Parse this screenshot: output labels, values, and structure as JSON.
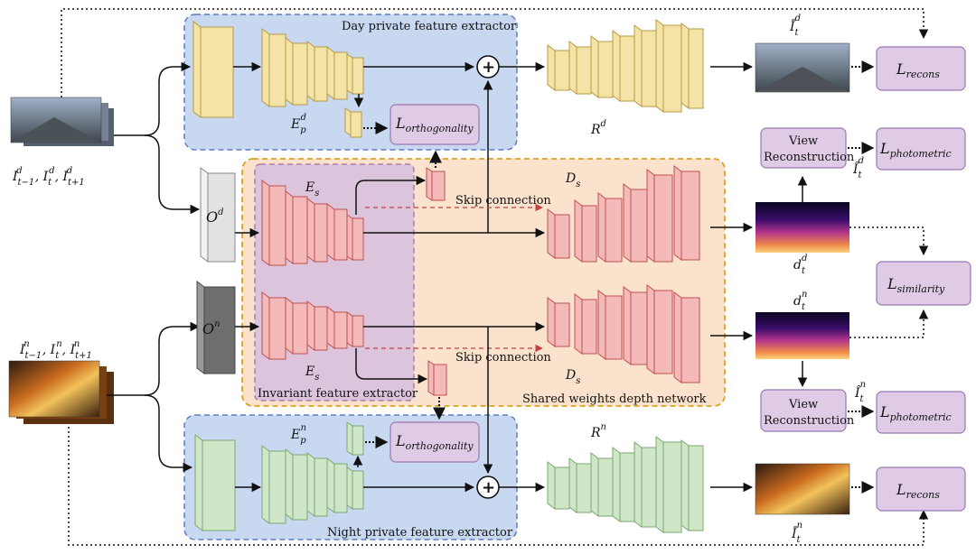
{
  "title_day_box": "Day private feature extractor",
  "title_night_box": "Night private feature extractor",
  "title_invariant": "Invariant feature extractor",
  "title_shared": "Shared weights depth network",
  "skip_top": "Skip connection",
  "skip_bottom": "Skip connection",
  "view_recon_top": [
    "View",
    "Reconstruction"
  ],
  "view_recon_bottom": [
    "View",
    "Reconstruction"
  ],
  "symbols": {
    "Epd_base": "E",
    "Epd_sub": "p",
    "Epd_sup": "d",
    "Epn_base": "E",
    "Epn_sub": "p",
    "Epn_sup": "n",
    "Es_top_base": "E",
    "Es_top_sub": "s",
    "Es_bot_base": "E",
    "Es_bot_sub": "s",
    "Ds_top_base": "D",
    "Ds_top_sub": "s",
    "Ds_bot_base": "D",
    "Ds_bot_sub": "s",
    "Rd_base": "R",
    "Rd_sup": "d",
    "Rn_base": "R",
    "Rn_sup": "n",
    "Od_base": "O",
    "Od_sup": "d",
    "On_base": "O",
    "On_sup": "n",
    "dtd_base": "d",
    "dtd_sub": "t",
    "dtd_sup": "d",
    "dtn_base": "d",
    "dtn_sub": "t",
    "dtn_sup": "n",
    "Itd_hat_base": "Î",
    "Itd_hat_sub": "t",
    "Itd_hat_sup": "d",
    "Itn_hat_base": "Î",
    "Itn_hat_sub": "t",
    "Itn_hat_sup": "n",
    "Itd_bar_base": "Ī",
    "Itd_bar_sub": "t",
    "Itd_bar_sup": "d",
    "Itn_bar_base": "Ī",
    "Itn_bar_sub": "t",
    "Itn_bar_sup": "n"
  },
  "input_day": "I",
  "input_day_full": "I_{t-1}^d, I_t^d, I_{t+1}^d",
  "input_night_full": "I_{t-1}^n, I_t^n, I_{t+1}^n",
  "losses": {
    "recons_top": {
      "base": "L",
      "sub": "recons"
    },
    "orth_top": {
      "base": "L",
      "sub": "orthogonality"
    },
    "photo_top": {
      "base": "L",
      "sub": "photometric"
    },
    "similarity": {
      "base": "L",
      "sub": "similarity"
    },
    "photo_bottom": {
      "base": "L",
      "sub": "photometric"
    },
    "orth_bottom": {
      "base": "L",
      "sub": "orthogonality"
    },
    "recons_bottom": {
      "base": "L",
      "sub": "recons"
    }
  },
  "plus": "+",
  "input_parts": {
    "day": [
      "t−1",
      "d",
      "t",
      "d",
      "t+1",
      "d"
    ],
    "night": [
      "t−1",
      "n",
      "t",
      "n",
      "t+1",
      "n"
    ]
  }
}
